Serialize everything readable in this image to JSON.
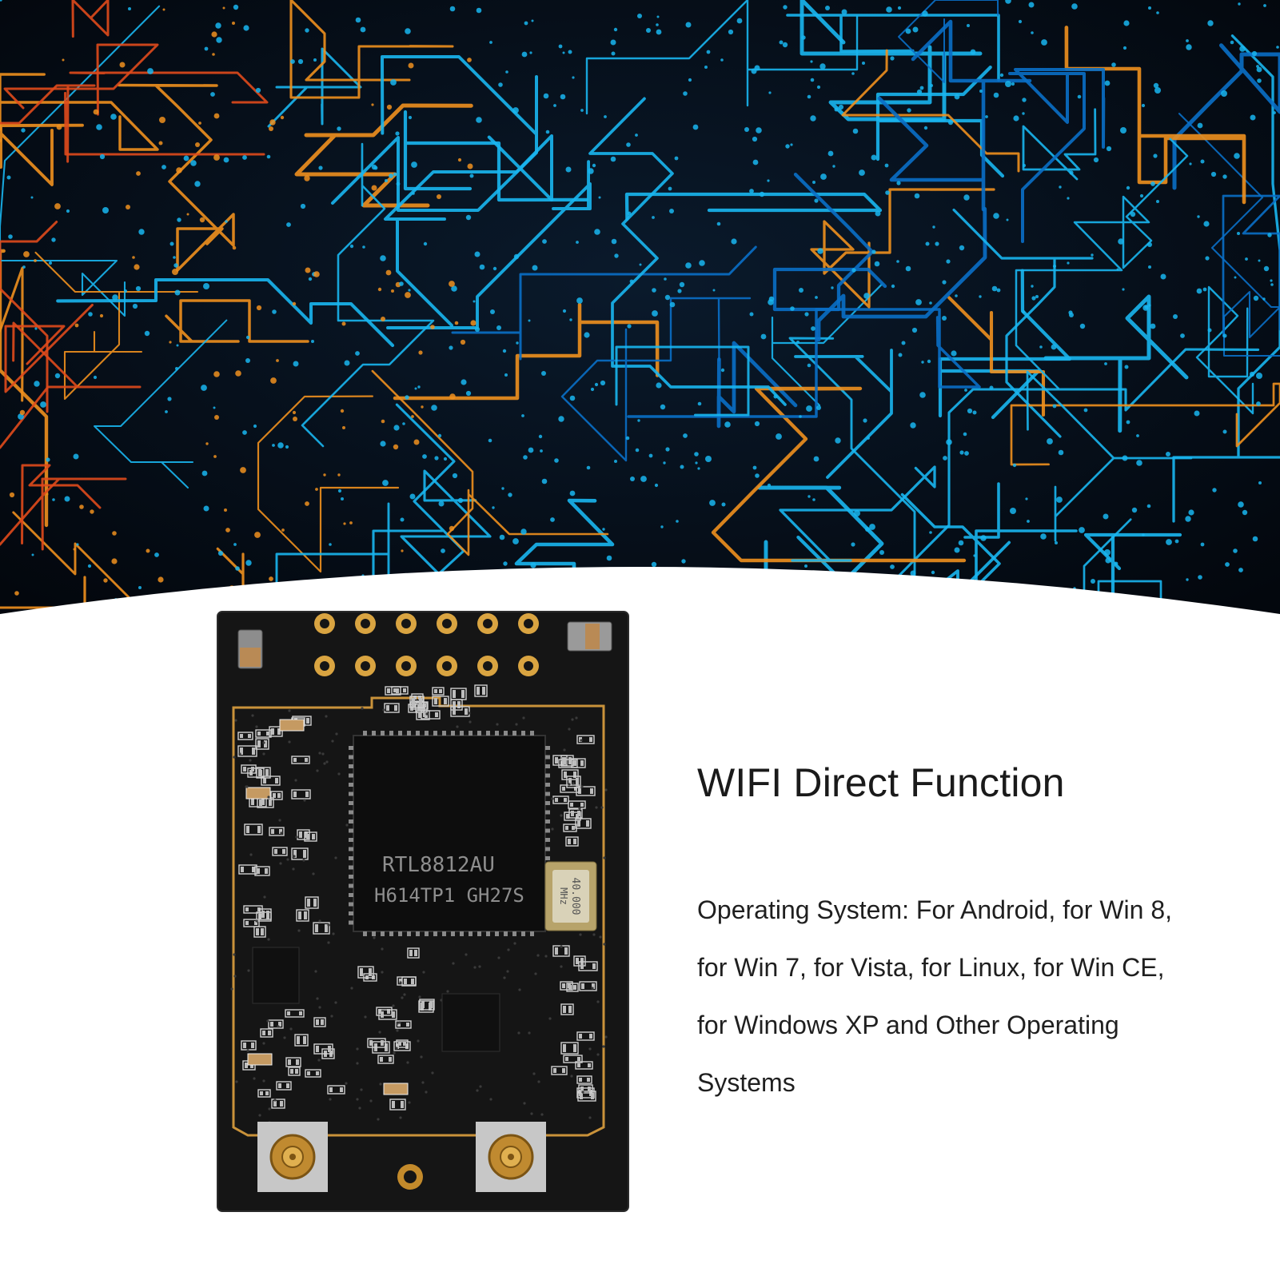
{
  "product": {
    "title": "WIFI Direct Function",
    "description_lines": [
      "Operating System: For Android, for Win 8,",
      "for Win 7, for Vista, for Linux, for Win CE,",
      "for Windows XP and Other Operating",
      "Systems"
    ]
  },
  "chip": {
    "line1": "RTL8812AU",
    "line2": "H614TP1 GH27S"
  },
  "crystal": {
    "line1": "40.000",
    "line2": "MHz"
  },
  "colors": {
    "background": "#ffffff",
    "banner_dark": "#050b14",
    "trace_cyan": "#19b6f0",
    "trace_blue": "#0a6fc6",
    "trace_orange": "#f0901e",
    "pcb": "#141414",
    "gold": "#d9a441"
  }
}
